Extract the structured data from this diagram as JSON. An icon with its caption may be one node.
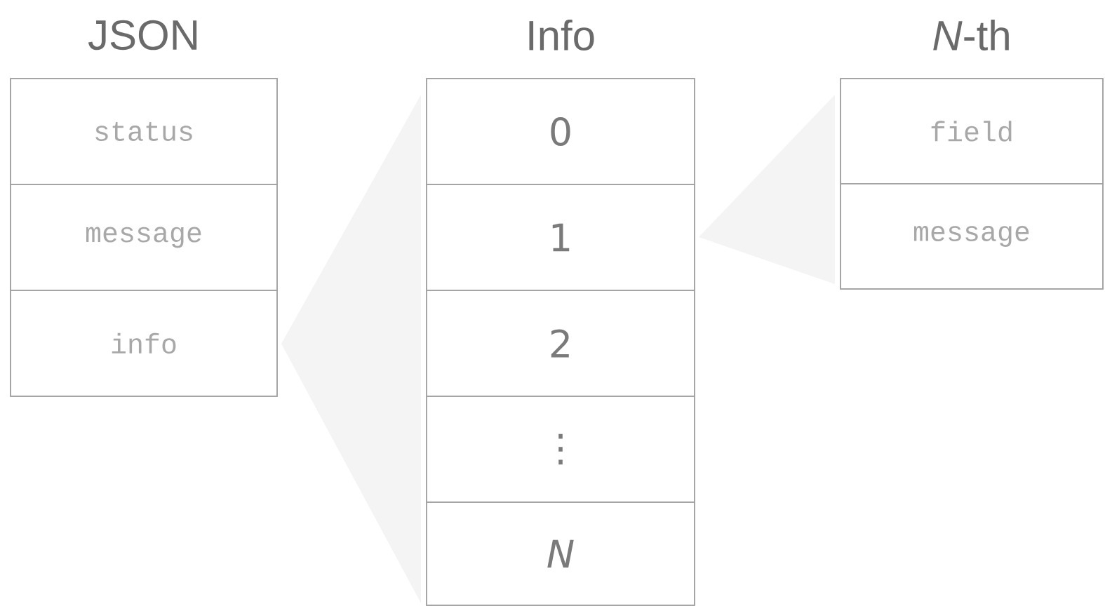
{
  "diagram": {
    "nodes": [
      {
        "text": [
          "JSON"
        ]
      },
      {
        "text": [
          "status"
        ],
        "in": 0
      },
      {
        "text": [
          "message"
        ],
        "in": 0
      },
      {
        "text": [
          "info"
        ],
        "in": 0
      },
      {
        "text": [
          "Info"
        ]
      },
      {
        "text": [
          "0"
        ],
        "in": 4
      },
      {
        "text": [
          "1"
        ],
        "in": 4
      },
      {
        "text": [
          "2"
        ],
        "in": 4
      },
      {
        "text": [
          "⋮"
        ],
        "in": 4
      },
      {
        "text": [
          "N"
        ],
        "in": 4
      },
      {
        "text": [
          "*N*-th"
        ]
      },
      {
        "text": [
          "field"
        ],
        "in": 10
      },
      {
        "text": [
          "message"
        ],
        "in": 10
      },
      {
        "text": [],
        "shape": "triangle"
      },
      {
        "text": [],
        "shape": "triangle"
      }
    ]
  }
}
